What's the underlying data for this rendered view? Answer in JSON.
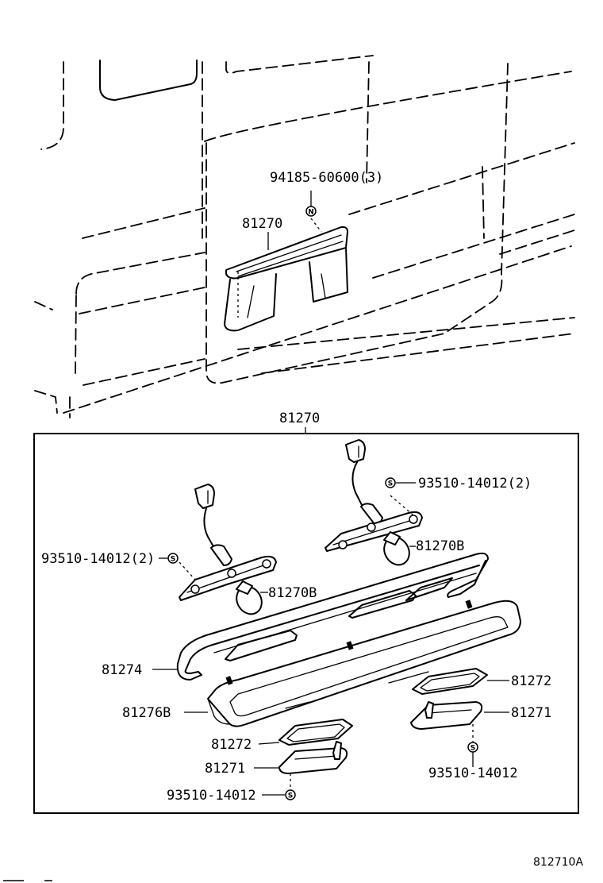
{
  "assembly": {
    "label": "81270",
    "screw_label": "94185-60600(3)",
    "screw_symbol": "N"
  },
  "box": {
    "label": "81270"
  },
  "parts": {
    "screw_right_label": "93510-14012(2)",
    "screw_left_label": "93510-14012(2)",
    "bulb_right_label": "81270B",
    "bulb_left_label": "81270B",
    "lens_label": "81274",
    "housing_label": "81276B",
    "gasket_left_label": "81272",
    "gasket_right_label": "81272",
    "lamp_left_label": "81271",
    "lamp_right_label": "81271",
    "screw_bottom_left_label": "93510-14012",
    "screw_bottom_right_label": "93510-14012",
    "screw_symbol": "S"
  },
  "figure_code": "812710A"
}
